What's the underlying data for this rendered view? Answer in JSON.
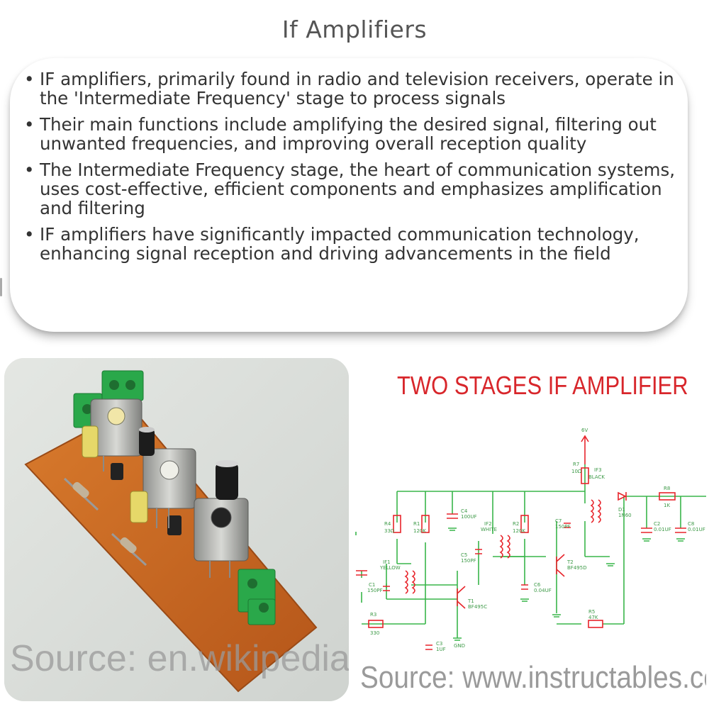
{
  "title": "If Amplifiers",
  "bullets": [
    "IF amplifiers, primarily found in radio and television receivers, operate in the 'Intermediate Frequency' stage to process signals",
    "Their main functions include amplifying the desired signal, filtering out unwanted frequencies, and improving overall reception quality",
    "The Intermediate Frequency stage, the heart of communication systems, uses cost-effective, efficient components and emphasizes amplification and filtering",
    "IF amplifiers have significantly impacted communication technology, enhancing signal reception and driving advancements in the field"
  ],
  "bullet_glyph": "•",
  "left_image": {
    "source": "Source: en.wikipedia.org"
  },
  "right_image": {
    "heading": "TWO STAGES IF AMPLIFIER",
    "source": "Source: www.instructables.com",
    "labels": [
      "6V",
      "R7",
      "10Ω",
      "IF3",
      "BLACK",
      "R4",
      "33Ω",
      "R1",
      "120K",
      "C4",
      "100UF",
      "IF2",
      "WHITE",
      "R2",
      "120K",
      "C7",
      "150PF",
      "R8",
      "1K",
      "D1",
      "1N60",
      "C2",
      "0.01UF",
      "C8",
      "0.01UF",
      "C5",
      "150PF",
      "IF1",
      "YELLOW",
      "C1",
      "150PF",
      "T1",
      "BF495C",
      "C6",
      "0.04UF",
      "T2",
      "BF495D",
      "R5",
      "47K",
      "R3",
      "330",
      "C3",
      "1UF",
      "GND"
    ]
  },
  "colors": {
    "title": "#555555",
    "body_text": "#333333",
    "heading_red": "#d8262b",
    "circuit_green": "#39b54a",
    "circuit_red": "#e8242b",
    "pcb": "#c8641e",
    "terminal_green": "#2aa84a"
  }
}
